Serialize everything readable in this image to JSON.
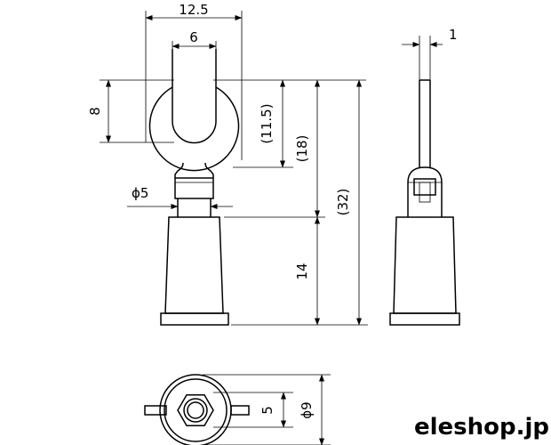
{
  "dimensions": {
    "width_outer": "12.5",
    "width_inner": "6",
    "thickness": "1",
    "ring_height": "8",
    "phi_small": "ϕ5",
    "to_center": "(11.5)",
    "to_body": "(18)",
    "total": "(32)",
    "body_height": "14",
    "hex": "5",
    "phi_large": "ϕ9"
  },
  "brand": {
    "name": "eleshop.jp"
  }
}
